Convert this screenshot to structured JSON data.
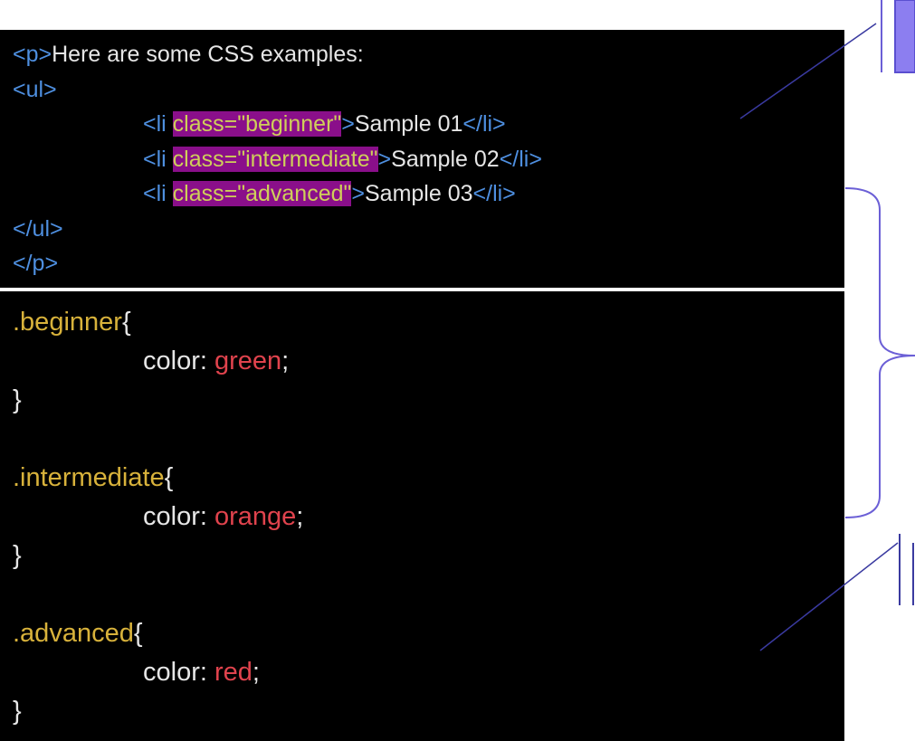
{
  "html_snippet": {
    "line1": {
      "open_tag": "<p>",
      "text": "Here are some CSS examples:"
    },
    "line2": {
      "tag": "<ul>"
    },
    "items": [
      {
        "open": "<li ",
        "attr": "class=\"beginner\"",
        "close": ">",
        "text": "Sample 01",
        "end_tag": "</li>"
      },
      {
        "open": "<li ",
        "attr": "class=\"intermediate\"",
        "close": ">",
        "text": "Sample 02",
        "end_tag": "</li>"
      },
      {
        "open": "<li ",
        "attr": "class=\"advanced\"",
        "close": ">",
        "text": "Sample 03",
        "end_tag": "</li>"
      }
    ],
    "close_ul": "</ul>",
    "close_p": "</p>"
  },
  "css_snippet": {
    "rules": [
      {
        "selector": ".beginner",
        "open_brace": "{",
        "property": "color: ",
        "value": "green",
        "semicolon": ";",
        "close_brace": "}"
      },
      {
        "selector": ".intermediate",
        "open_brace": "{",
        "property": "color: ",
        "value": "orange",
        "semicolon": ";",
        "close_brace": "}"
      },
      {
        "selector": ".advanced",
        "open_brace": "{",
        "property": "color: ",
        "value": "red",
        "semicolon": ";",
        "close_brace": "}"
      }
    ]
  },
  "colors": {
    "tag": "#4e8fe0",
    "selector": "#d8b23b",
    "value": "#e0434d",
    "highlight": "#8a0f8a",
    "decoration": "#6b5fd6"
  }
}
